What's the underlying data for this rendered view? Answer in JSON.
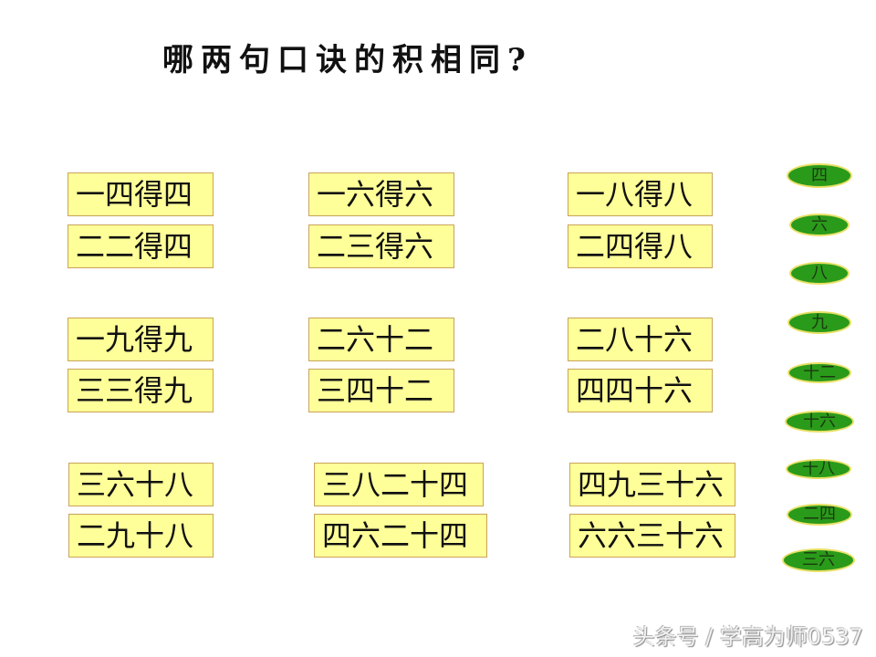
{
  "title": "哪两句口诀的积相同?",
  "boxes": [
    {
      "text": "一四得四"
    },
    {
      "text": "二二得四"
    },
    {
      "text": "一六得六"
    },
    {
      "text": "二三得六"
    },
    {
      "text": "一八得八"
    },
    {
      "text": "二四得八"
    },
    {
      "text": "一九得九"
    },
    {
      "text": "三三得九"
    },
    {
      "text": "二六十二"
    },
    {
      "text": "三四十二"
    },
    {
      "text": "二八十六"
    },
    {
      "text": "四四十六"
    },
    {
      "text": "三六十八"
    },
    {
      "text": "二九十八"
    },
    {
      "text": "三八二十四"
    },
    {
      "text": "四六二十四"
    },
    {
      "text": "四九三十六"
    },
    {
      "text": "六六三十六"
    }
  ],
  "answers": [
    {
      "text": "四"
    },
    {
      "text": "六"
    },
    {
      "text": "八"
    },
    {
      "text": "九"
    },
    {
      "text": "十二"
    },
    {
      "text": "十六"
    },
    {
      "text": "十八"
    },
    {
      "text": "二四"
    },
    {
      "text": "三六"
    }
  ],
  "colors": {
    "box_fill": "#ffff99",
    "box_border": "#c9a35a",
    "oval_fill": "#2a9a1a",
    "oval_border": "#e8e066"
  },
  "watermark": "头条号 / 学高为师0537"
}
